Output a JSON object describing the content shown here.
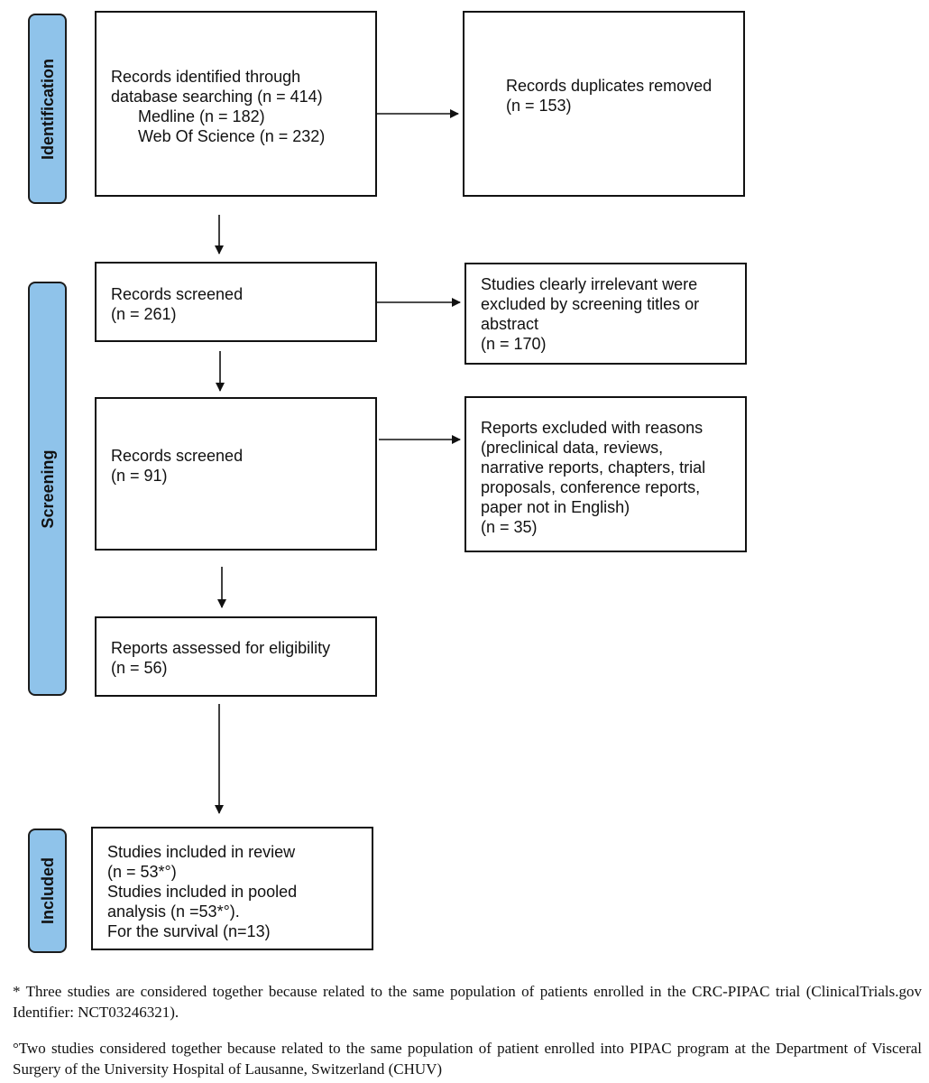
{
  "phases": {
    "identification": "Identification",
    "screening": "Screening",
    "included": "Included"
  },
  "boxes": {
    "identified": {
      "lines": [
        "Records identified through",
        "database searching (n = 414)",
        "Medline (n = 182)",
        "Web Of Science (n = 232)"
      ]
    },
    "duplicates": {
      "lines": [
        "Records duplicates removed",
        "(n = 153)"
      ]
    },
    "screened1": {
      "lines": [
        "Records screened",
        "(n = 261)"
      ]
    },
    "irrelevant": {
      "lines": [
        "Studies clearly irrelevant were",
        "excluded by screening titles or",
        "abstract",
        "(n = 170)"
      ]
    },
    "screened2": {
      "lines": [
        "Records screened",
        "(n = 91)"
      ]
    },
    "excluded": {
      "lines": [
        "Reports excluded with reasons",
        "(preclinical data, reviews,",
        "narrative reports, chapters, trial",
        "proposals, conference reports,",
        "paper not in English)",
        "(n = 35)"
      ]
    },
    "eligibility": {
      "lines": [
        "Reports assessed for eligibility",
        "(n = 56)"
      ]
    },
    "included": {
      "lines": [
        "Studies included in review",
        "(n = 53*°)",
        "Studies included in pooled",
        "analysis (n =53*°).",
        "For the survival (n=13)"
      ]
    }
  },
  "footnotes": {
    "note1": "* Three studies are considered together because related to the same population of patients enrolled in the CRC-PIPAC trial (ClinicalTrials.gov Identifier: NCT03246321).",
    "note2": "°Two studies considered together because related to the same population of patient enrolled into PIPAC program at the Department of Visceral Surgery of the University Hospital of Lausanne, Switzerland (CHUV)"
  }
}
